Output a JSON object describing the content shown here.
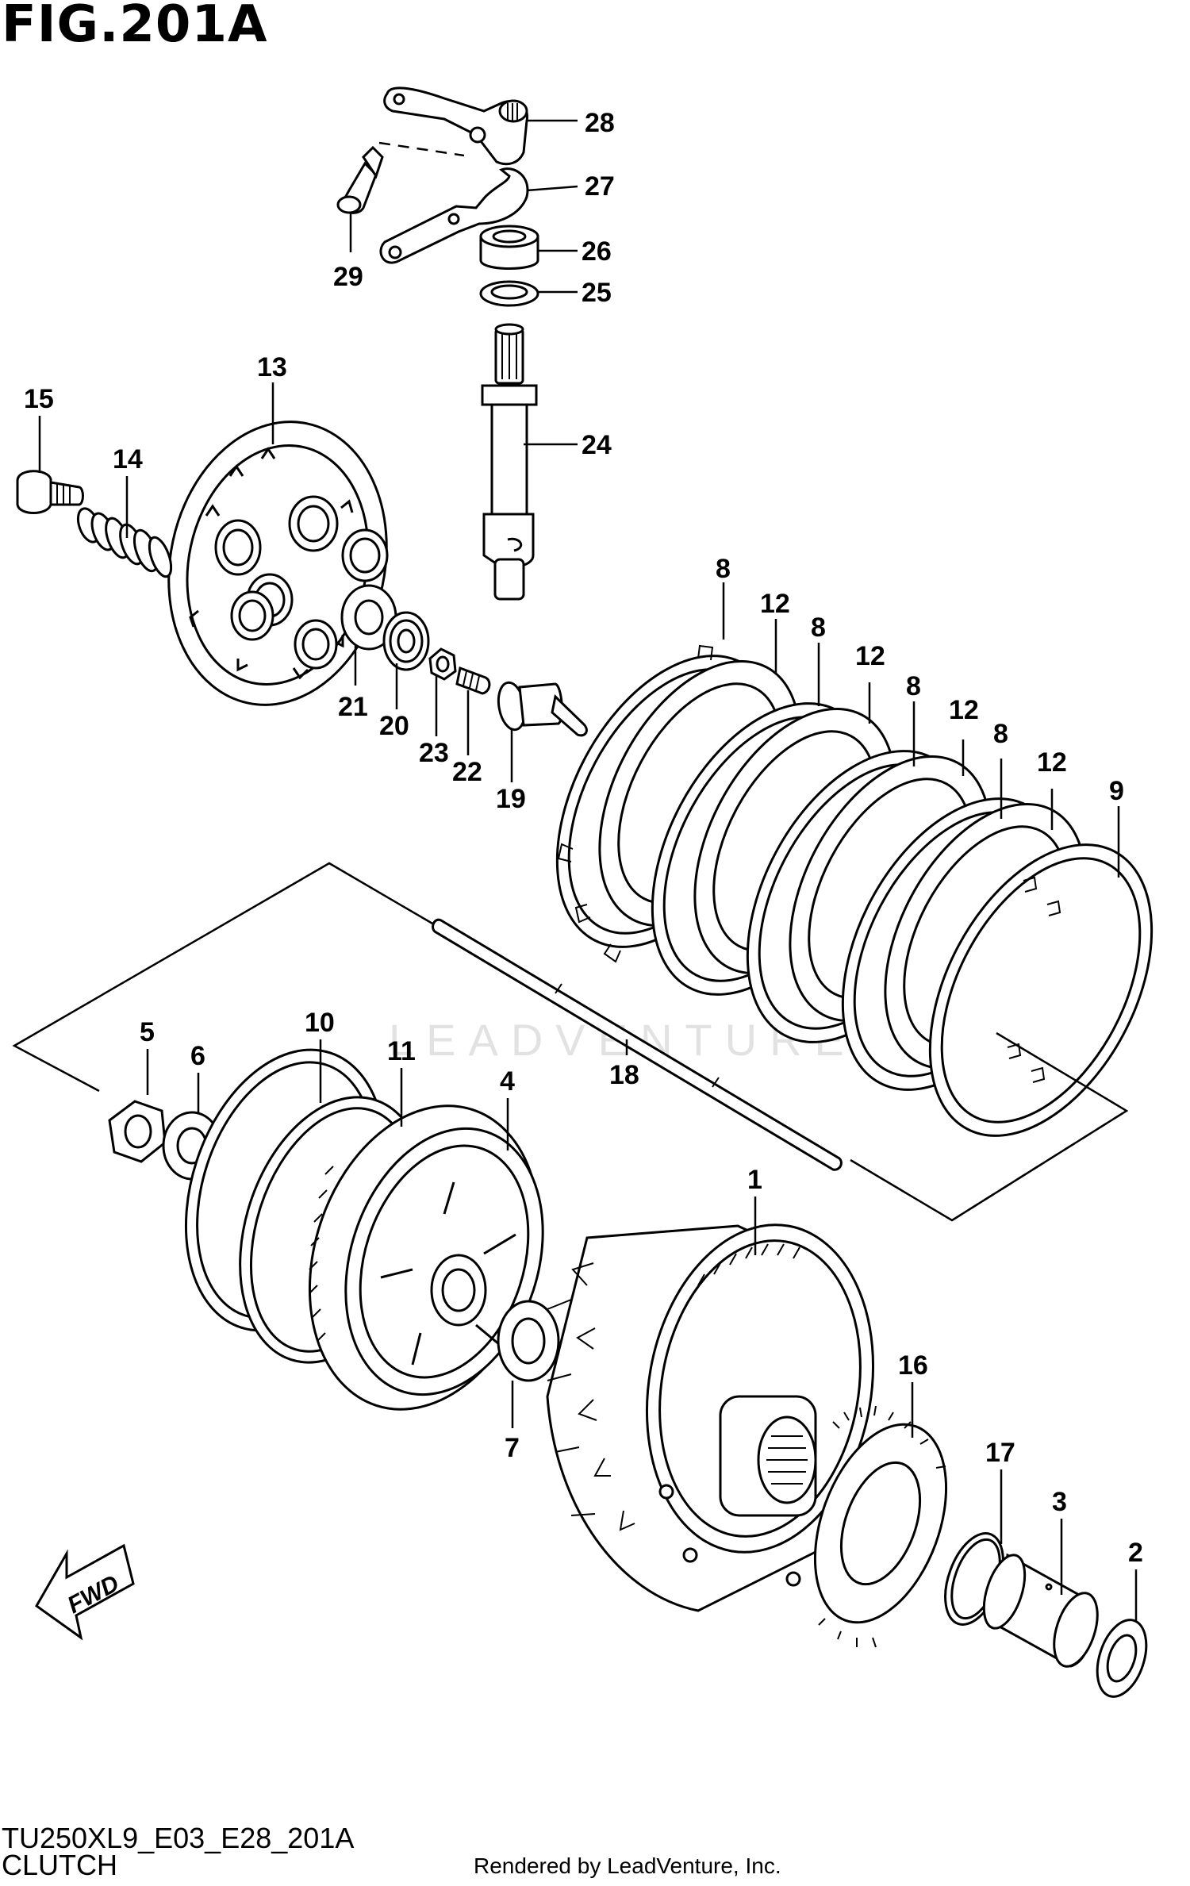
{
  "figure": {
    "title": "FIG.201A",
    "model_code": "TU250XL9_E03_E28_201A",
    "section_name": "CLUTCH",
    "credit": "Rendered by LeadVenture, Inc.",
    "watermark": "LEADVENTURE",
    "fwd_label": "FWD"
  },
  "callouts": [
    "28",
    "27",
    "29",
    "26",
    "25",
    "24",
    "13",
    "15",
    "14",
    "21",
    "20",
    "23",
    "22",
    "19",
    "8",
    "12",
    "8",
    "12",
    "8",
    "12",
    "8",
    "12",
    "9",
    "18",
    "5",
    "6",
    "10",
    "11",
    "4",
    "1",
    "7",
    "16",
    "17",
    "3",
    "2"
  ]
}
